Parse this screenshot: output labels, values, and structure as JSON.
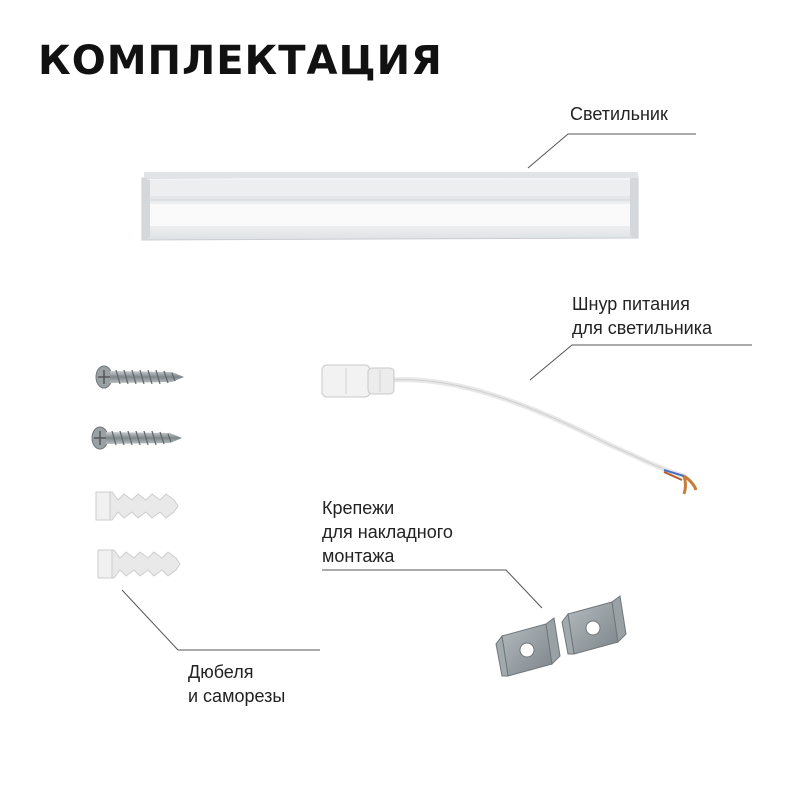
{
  "page": {
    "title": "КОМПЛЕКТАЦИЯ"
  },
  "items": {
    "luminaire": {
      "label": "Светильник"
    },
    "power_cord": {
      "label_line1": "Шнур питания",
      "label_line2": "для светильника"
    },
    "mounting_clips": {
      "label_line1": "Крепежи",
      "label_line2": "для накладного",
      "label_line3": "монтажа"
    },
    "dowels_screws": {
      "label_line1": "Дюбеля",
      "label_line2": "и саморезы"
    }
  },
  "colors": {
    "leader_line": "#555555",
    "luminaire_body": "#e9ecee",
    "metal": "#8f979c",
    "plastic": "#e6e6e6"
  }
}
